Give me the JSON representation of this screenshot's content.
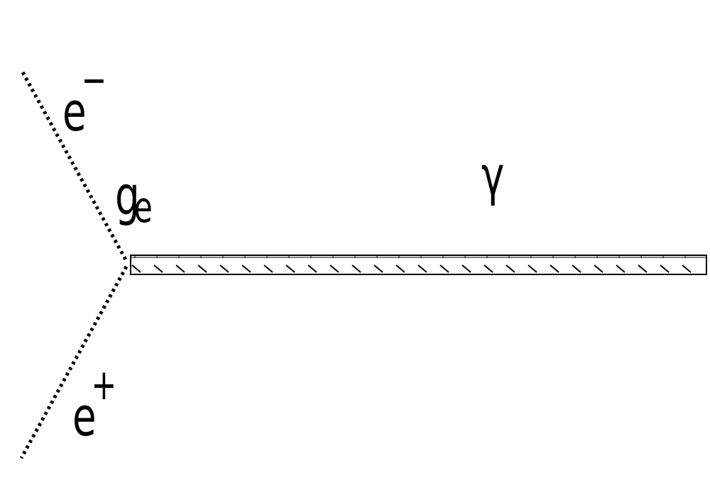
{
  "diagram": {
    "electron_label": {
      "base": "e",
      "sup": "−"
    },
    "positron_label": {
      "base": "e",
      "sup": "+"
    },
    "coupling_label": {
      "base": "g",
      "sub": "e"
    },
    "photon_label": "γ",
    "line_color": "#000000",
    "background_color": "#ffffff"
  }
}
